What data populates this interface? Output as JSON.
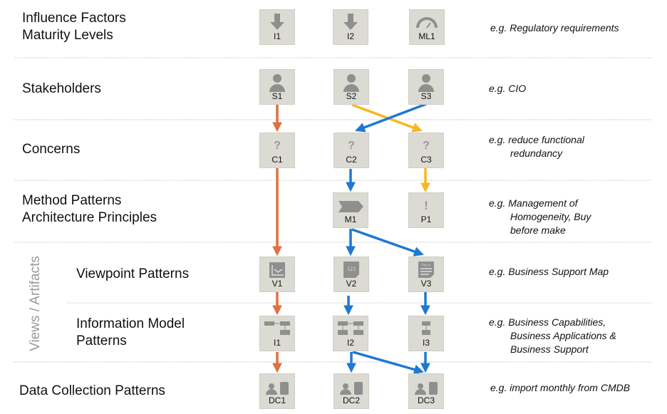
{
  "rows": [
    {
      "label": [
        "Influence Factors",
        "Maturity Levels"
      ],
      "example": [
        "e.g. Regulatory requirements"
      ]
    },
    {
      "label": [
        "Stakeholders"
      ],
      "example": [
        "e.g. CIO"
      ]
    },
    {
      "label": [
        "Concerns"
      ],
      "example": [
        "e.g. reduce functional",
        "redundancy"
      ]
    },
    {
      "label": [
        "Method Patterns",
        "Architecture Principles"
      ],
      "example": [
        "e.g. Management of",
        "Homogeneity, Buy",
        "before make"
      ]
    },
    {
      "label": [
        "Viewpoint Patterns"
      ],
      "example": [
        "e.g. Business Support Map"
      ]
    },
    {
      "label": [
        "Information Model",
        "Patterns"
      ],
      "example": [
        "e.g. Business Capabilities,",
        "Business Applications &",
        "Business Support"
      ]
    },
    {
      "label": [
        "Data Collection Patterns"
      ],
      "example": [
        "e.g. import monthly from CMDB"
      ]
    }
  ],
  "group_label": "Views / Artifacts",
  "nodes": {
    "I1": "I1",
    "I2": "I2",
    "ML1": "ML1",
    "S1": "S1",
    "S2": "S2",
    "S3": "S3",
    "C1": "C1",
    "C2": "C2",
    "C3": "C3",
    "M1": "M1",
    "P1": "P1",
    "V1": "V1",
    "V2": "V2",
    "V3": "V3",
    "IM1": "I1",
    "IM2": "I2",
    "IM3": "I3",
    "DC1": "DC1",
    "DC2": "DC2",
    "DC3": "DC3"
  },
  "icon_text": {
    "question": "?",
    "exclaim": "!",
    "numbers": "123",
    "report": "Report"
  },
  "colors": {
    "orange": "#e07040",
    "yellow": "#f5b820",
    "blue": "#1f78d1",
    "box": "#dcdbd3",
    "icon": "#8f8f8f"
  }
}
